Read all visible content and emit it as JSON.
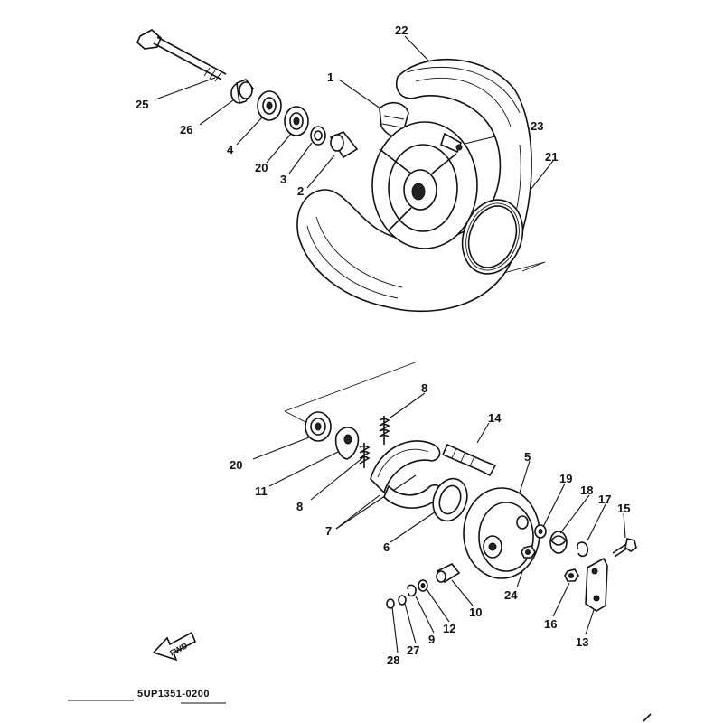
{
  "diagram": {
    "diagram_code": "5UP1351-0200",
    "fwd_label": "FWD",
    "callouts": [
      {
        "id": "c22",
        "text": "22"
      },
      {
        "id": "c1",
        "text": "1"
      },
      {
        "id": "c25",
        "text": "25"
      },
      {
        "id": "c26",
        "text": "26"
      },
      {
        "id": "c4",
        "text": "4"
      },
      {
        "id": "c20a",
        "text": "20"
      },
      {
        "id": "c3",
        "text": "3"
      },
      {
        "id": "c2",
        "text": "2"
      },
      {
        "id": "c23",
        "text": "23"
      },
      {
        "id": "c21",
        "text": "21"
      },
      {
        "id": "c8a",
        "text": "8"
      },
      {
        "id": "c14",
        "text": "14"
      },
      {
        "id": "c20b",
        "text": "20"
      },
      {
        "id": "c11",
        "text": "11"
      },
      {
        "id": "c8b",
        "text": "8"
      },
      {
        "id": "c5",
        "text": "5"
      },
      {
        "id": "c19",
        "text": "19"
      },
      {
        "id": "c18",
        "text": "18"
      },
      {
        "id": "c17",
        "text": "17"
      },
      {
        "id": "c15",
        "text": "15"
      },
      {
        "id": "c7",
        "text": "7"
      },
      {
        "id": "c6",
        "text": "6"
      },
      {
        "id": "c24",
        "text": "24"
      },
      {
        "id": "c16",
        "text": "16"
      },
      {
        "id": "c10",
        "text": "10"
      },
      {
        "id": "c12",
        "text": "12"
      },
      {
        "id": "c9",
        "text": "9"
      },
      {
        "id": "c27",
        "text": "27"
      },
      {
        "id": "c28",
        "text": "28"
      },
      {
        "id": "c13",
        "text": "13"
      }
    ]
  }
}
